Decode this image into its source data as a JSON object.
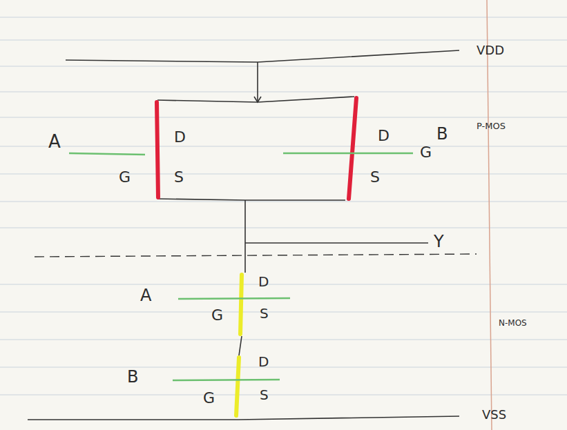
{
  "diagram": {
    "labels": [
      "VDD",
      "A",
      "D",
      "D",
      "B",
      "G",
      "P-MOS",
      "G",
      "S",
      "S",
      "Y",
      "D",
      "A",
      "G",
      "S",
      "N-MOS",
      "D",
      "B",
      "G",
      "S",
      "VSS"
    ]
  }
}
